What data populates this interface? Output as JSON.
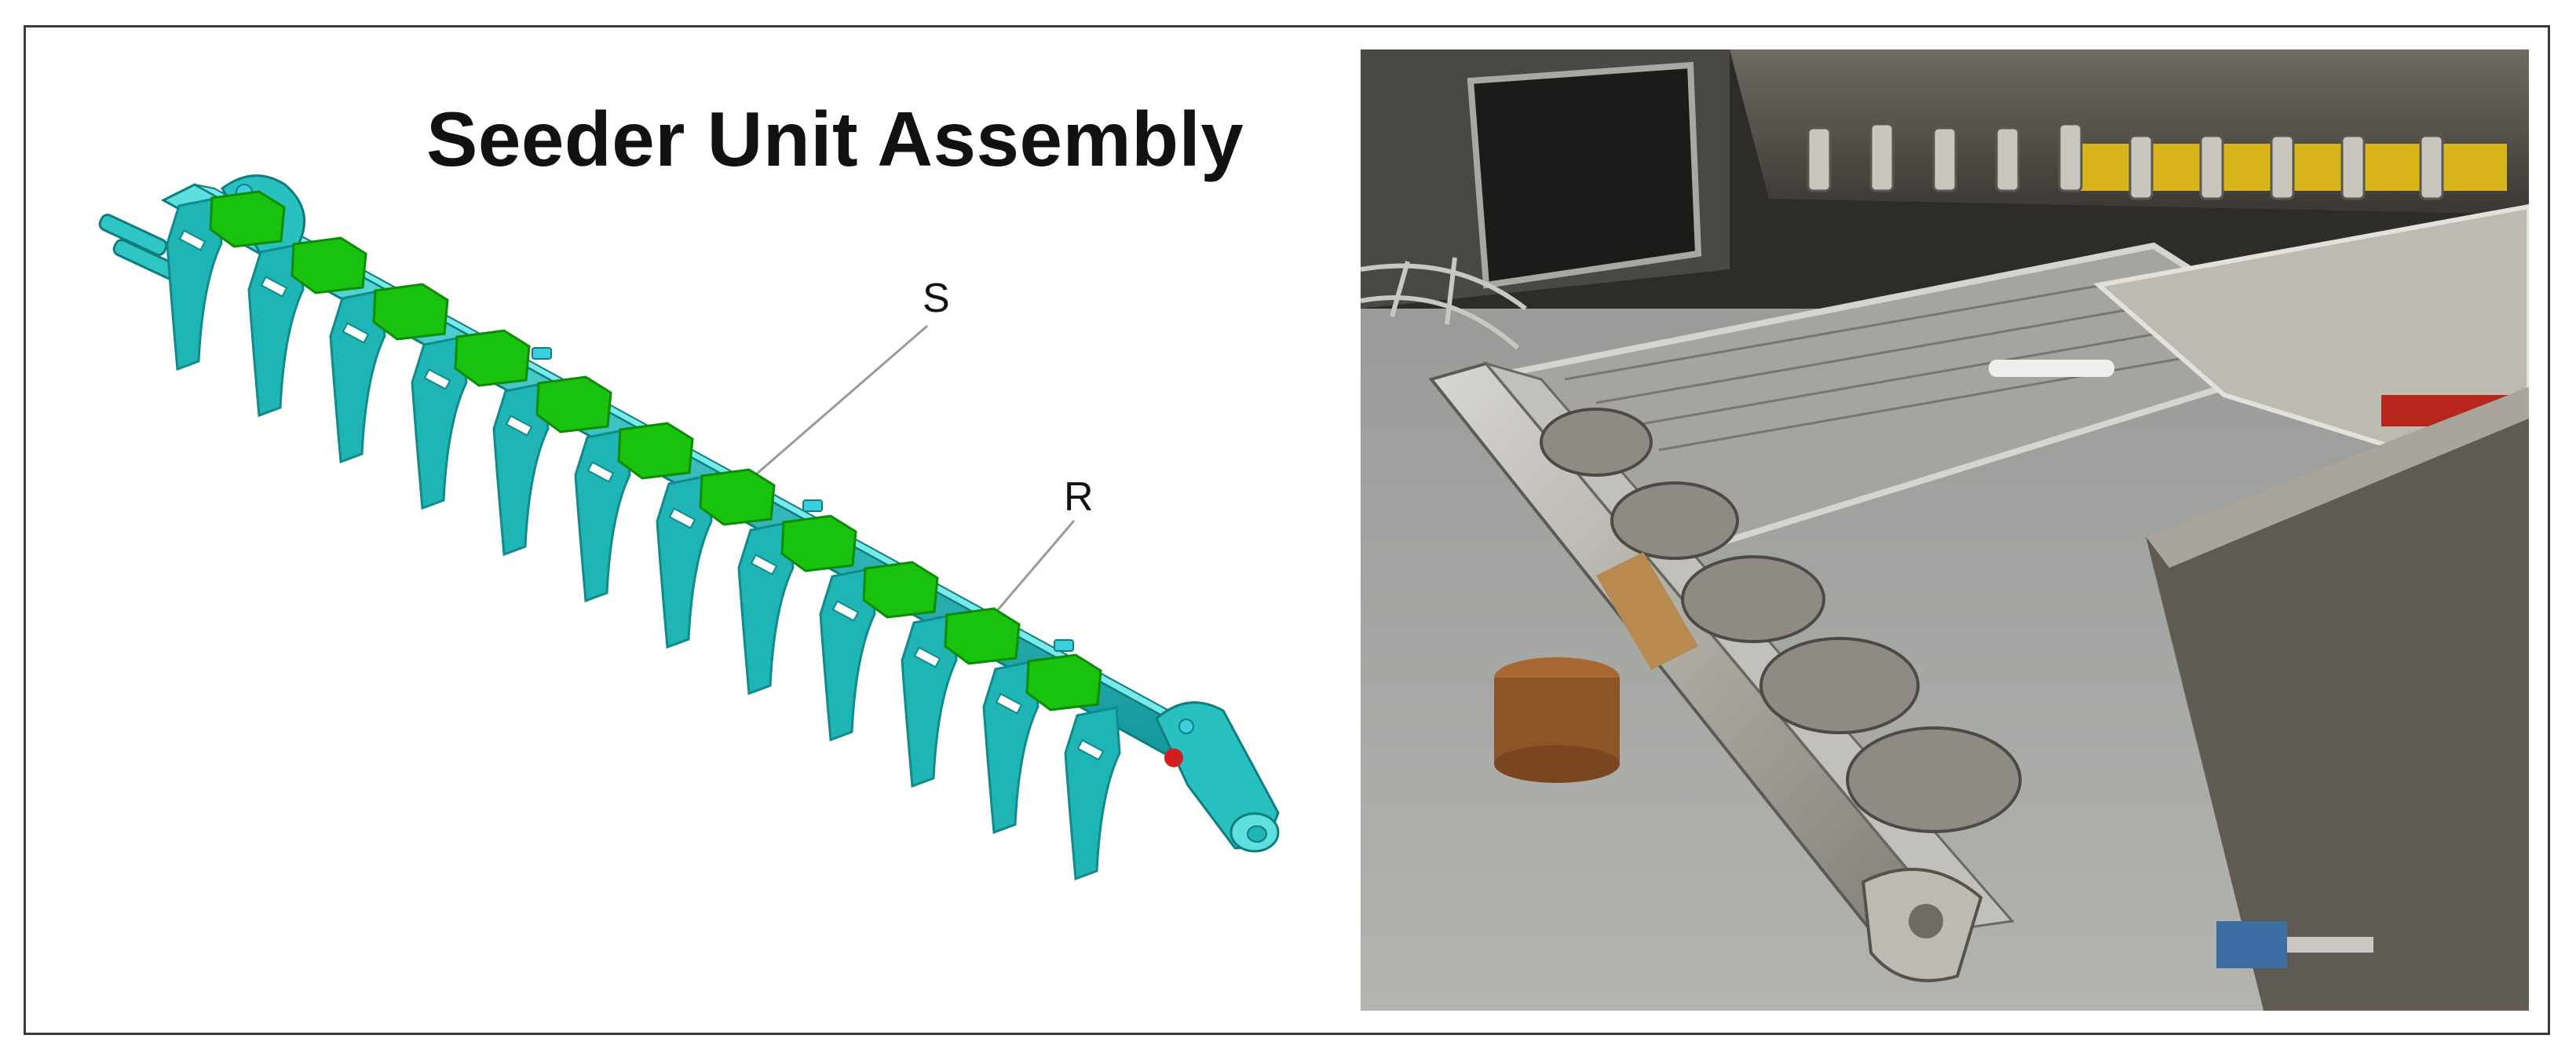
{
  "figure": {
    "title": "Seeder Unit Assembly",
    "callouts": [
      "S",
      "R"
    ],
    "tine_count": 12
  },
  "colors": {
    "frame_border": "#3a3a3a",
    "tine_teal": "#1fb5b5",
    "tine_dark": "#118a8c",
    "seed_box_green": "#19c20f",
    "seed_box_dark": "#0e8c08",
    "marker_red": "#d11f1f"
  },
  "photo": {
    "subject": "fabricated-seeder-unit-photo"
  }
}
